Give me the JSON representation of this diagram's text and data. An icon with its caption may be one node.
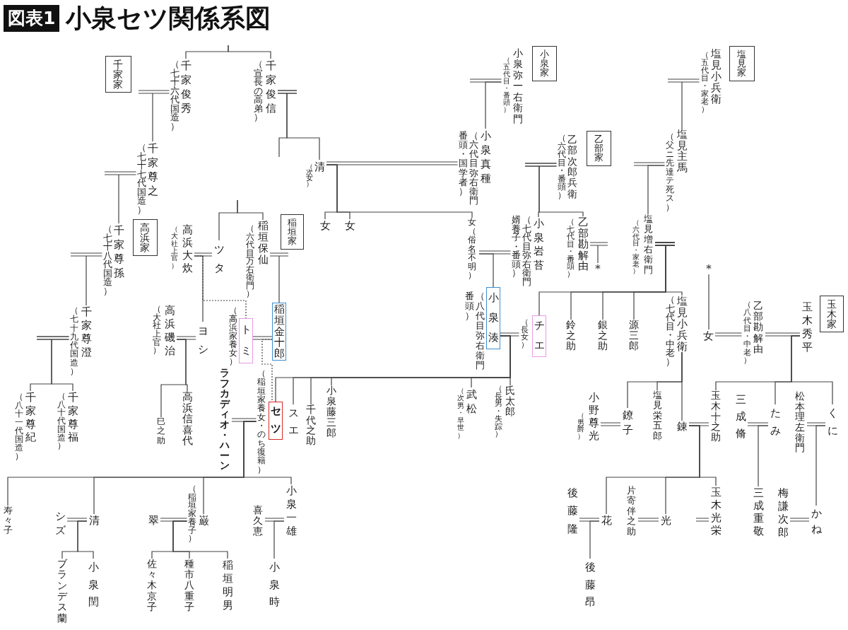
{
  "diagram": {
    "title": "小泉セツ関係系図",
    "nodes": [
      {
        "text": [
          "千家家"
        ]
      },
      {
        "text": [
          "（七十六代国造）",
          "千家俊秀"
        ]
      },
      {
        "text": [
          "（宣長の高弟）",
          "千家俊信"
        ]
      },
      {
        "text": [
          "（七十七代国造）",
          "千家尊之"
        ]
      },
      {
        "text": [
          "高浜家"
        ]
      },
      {
        "text": [
          "（七十八代国造）",
          "千家尊孫"
        ]
      },
      {
        "text": [
          "（大社上官）",
          "高浜大炊"
        ]
      },
      {
        "text": [
          "ツタ"
        ]
      },
      {
        "text": [
          "（六代目万右衛門）",
          "稲垣保仙"
        ]
      },
      {
        "text": [
          "稲垣家"
        ]
      },
      {
        "text": [
          "（次女）",
          "清"
        ]
      },
      {
        "text": [
          "女"
        ]
      },
      {
        "text": [
          "女"
        ]
      },
      {
        "text": [
          "（五代目・番頭）",
          "小泉弥一右衛門"
        ]
      },
      {
        "text": [
          "小泉家"
        ]
      },
      {
        "text": [
          "番頭・国学者）",
          "（六代目弥右衛門",
          "小泉真種"
        ]
      },
      {
        "text": [
          "女（俗名不明）"
        ]
      },
      {
        "text": [
          "（六代目・番頭）",
          "乙部次郎兵衛"
        ]
      },
      {
        "text": [
          "乙部家"
        ]
      },
      {
        "text": [
          "婿養子・番頭）",
          "（七代目弥右衛門",
          "小泉岩苔"
        ]
      },
      {
        "text": [
          "（七代目・番頭）",
          "乙部勘解由"
        ]
      },
      {
        "text": [
          "*"
        ]
      },
      {
        "text": [
          "（五代目・家老）",
          "塩見小兵衛"
        ]
      },
      {
        "text": [
          "塩見家"
        ]
      },
      {
        "text": [
          "（父ニ先達テ死ス）",
          "塩見主馬"
        ]
      },
      {
        "text": [
          "（六代目・家老）",
          "塩見増右衛門"
        ]
      },
      {
        "text": [
          "*"
        ]
      },
      {
        "text": [
          "（七十九代国造）",
          "千家尊澄"
        ]
      },
      {
        "text": [
          "（八十一代国造）",
          "千家尊紀"
        ]
      },
      {
        "text": [
          "（八十代国造）",
          "千家尊福"
        ]
      },
      {
        "text": [
          "（大社上官）",
          "高浜磯治"
        ]
      },
      {
        "text": [
          "ヨシ"
        ]
      },
      {
        "text": [
          "巳之助"
        ]
      },
      {
        "text": [
          "高浜信喜代"
        ]
      },
      {
        "text": [
          "（高浜家養女）",
          "トミ"
        ]
      },
      {
        "text": [
          "稲垣金十郎"
        ]
      },
      {
        "text": [
          "ラフカディオ・ハーン"
        ]
      },
      {
        "text": [
          "（稲垣家養女・のち復籍）",
          "セツ"
        ]
      },
      {
        "text": [
          "スエ"
        ]
      },
      {
        "text": [
          "千代之助"
        ]
      },
      {
        "text": [
          "小泉藤三郎"
        ]
      },
      {
        "text": [
          "番頭）",
          "（八代目弥右衛門",
          "小泉湊"
        ]
      },
      {
        "text": [
          "（次男・早世）",
          "武松"
        ]
      },
      {
        "text": [
          "（長男・失踪）",
          "氏太郎"
        ]
      },
      {
        "text": [
          "（長女）",
          "チエ"
        ]
      },
      {
        "text": [
          "鈴之助"
        ]
      },
      {
        "text": [
          "銀之助"
        ]
      },
      {
        "text": [
          "源三郎"
        ]
      },
      {
        "text": [
          "（七代目・中老）",
          "塩見小兵衛"
        ]
      },
      {
        "text": [
          "女"
        ]
      },
      {
        "text": [
          "（八代目・中老）",
          "乙部勘解由"
        ]
      },
      {
        "text": [
          "玉木秀平"
        ]
      },
      {
        "text": [
          "玉木家"
        ]
      },
      {
        "text": [
          "（男爵）",
          "小野尊光"
        ]
      },
      {
        "text": [
          "鐐子"
        ]
      },
      {
        "text": [
          "塩見栄五郎"
        ]
      },
      {
        "text": [
          "錬"
        ]
      },
      {
        "text": [
          "玉木十之助"
        ]
      },
      {
        "text": [
          "三成脩"
        ]
      },
      {
        "text": [
          "たみ"
        ]
      },
      {
        "text": [
          "松本理左衛門"
        ]
      },
      {
        "text": [
          "くに"
        ]
      },
      {
        "text": [
          "寿々子"
        ]
      },
      {
        "text": [
          "シズ"
        ]
      },
      {
        "text": [
          "清"
        ]
      },
      {
        "text": [
          "翠"
        ]
      },
      {
        "text": [
          "（稲垣家養子）",
          "巌"
        ]
      },
      {
        "text": [
          "喜久恵"
        ]
      },
      {
        "text": [
          "小泉一雄"
        ]
      },
      {
        "text": [
          "後藤隆"
        ]
      },
      {
        "text": [
          "花"
        ]
      },
      {
        "text": [
          "片寄伴之助"
        ]
      },
      {
        "text": [
          "光"
        ]
      },
      {
        "text": [
          "玉木光栄"
        ]
      },
      {
        "text": [
          "三成重敬"
        ]
      },
      {
        "text": [
          "梅謙次郎"
        ]
      },
      {
        "text": [
          "かね"
        ]
      },
      {
        "text": [
          "ブランデス蘭"
        ]
      },
      {
        "text": [
          "小泉閏"
        ]
      },
      {
        "text": [
          "佐々木京子"
        ]
      },
      {
        "text": [
          "種市八重子"
        ]
      },
      {
        "text": [
          "稲垣明男"
        ]
      },
      {
        "text": [
          "小泉時"
        ]
      },
      {
        "text": [
          "後藤昂"
        ]
      }
    ],
    "edges": [
      {
        "from": null,
        "to": 1,
        "arrow": "none"
      },
      {
        "from": null,
        "to": 2,
        "arrow": "none"
      },
      {
        "from": 1,
        "to": 3,
        "arrow": "none"
      },
      {
        "from": 2,
        "to": 10,
        "arrow": "none"
      },
      {
        "from": 2,
        "to": null,
        "arrow": "none"
      },
      {
        "from": 3,
        "to": 5,
        "arrow": "none"
      },
      {
        "from": 5,
        "to": 27,
        "arrow": "none"
      },
      {
        "from": 27,
        "to": 28,
        "arrow": "none"
      },
      {
        "from": 27,
        "to": 29,
        "arrow": "none"
      },
      {
        "from": null,
        "to": 7,
        "arrow": "none"
      },
      {
        "from": null,
        "to": 8,
        "arrow": "none"
      },
      {
        "from": 6,
        "to": 7,
        "arrow": "none"
      },
      {
        "from": 6,
        "to": 31,
        "arrow": "none"
      },
      {
        "from": 6,
        "to": 34,
        "arrow": "none",
        "style": "dashed"
      },
      {
        "from": 8,
        "to": 35,
        "arrow": "none"
      },
      {
        "from": 13,
        "to": 15,
        "arrow": "none"
      },
      {
        "from": 10,
        "to": 15,
        "arrow": "none"
      },
      {
        "from": 10,
        "to": 11,
        "arrow": "none"
      },
      {
        "from": 10,
        "to": 12,
        "arrow": "none"
      },
      {
        "from": 10,
        "to": 16,
        "arrow": "none"
      },
      {
        "from": 17,
        "to": 19,
        "arrow": "none"
      },
      {
        "from": 17,
        "to": 20,
        "arrow": "none"
      },
      {
        "from": 16,
        "to": 19,
        "arrow": "none"
      },
      {
        "from": 16,
        "to": 41,
        "arrow": "none"
      },
      {
        "from": 20,
        "to": 21,
        "arrow": "none"
      },
      {
        "from": 22,
        "to": 24,
        "arrow": "none"
      },
      {
        "from": 24,
        "to": 25,
        "arrow": "none"
      },
      {
        "from": 25,
        "to": 44,
        "arrow": "none"
      },
      {
        "from": 25,
        "to": 45,
        "arrow": "none"
      },
      {
        "from": 25,
        "to": 46,
        "arrow": "none"
      },
      {
        "from": 25,
        "to": 47,
        "arrow": "none"
      },
      {
        "from": 25,
        "to": 48,
        "arrow": "none"
      },
      {
        "from": 26,
        "to": 49,
        "arrow": "none"
      },
      {
        "from": 30,
        "to": 31,
        "arrow": "none"
      },
      {
        "from": 30,
        "to": 32,
        "arrow": "none"
      },
      {
        "from": 30,
        "to": 33,
        "arrow": "none"
      },
      {
        "from": 34,
        "to": 35,
        "arrow": "none"
      },
      {
        "from": 35,
        "to": 37,
        "arrow": "none",
        "style": "dashed"
      },
      {
        "from": 36,
        "to": 37,
        "arrow": "none"
      },
      {
        "from": 41,
        "to": 44,
        "arrow": "none"
      },
      {
        "from": 41,
        "to": 37,
        "arrow": "none"
      },
      {
        "from": 41,
        "to": 38,
        "arrow": "none"
      },
      {
        "from": 41,
        "to": 39,
        "arrow": "none"
      },
      {
        "from": 41,
        "to": 40,
        "arrow": "none"
      },
      {
        "from": 41,
        "to": 42,
        "arrow": "none"
      },
      {
        "from": 41,
        "to": 43,
        "arrow": "none"
      },
      {
        "from": 48,
        "to": 54,
        "arrow": "none"
      },
      {
        "from": 48,
        "to": 55,
        "arrow": "none"
      },
      {
        "from": 48,
        "to": 56,
        "arrow": "none"
      },
      {
        "from": 49,
        "to": 50,
        "arrow": "none"
      },
      {
        "from": 50,
        "to": 51,
        "arrow": "none"
      },
      {
        "from": 51,
        "to": 57,
        "arrow": "none"
      },
      {
        "from": 51,
        "to": 59,
        "arrow": "none"
      },
      {
        "from": 51,
        "to": 61,
        "arrow": "none"
      },
      {
        "from": 53,
        "to": 54,
        "arrow": "none"
      },
      {
        "from": 56,
        "to": 57,
        "arrow": "none"
      },
      {
        "from": 56,
        "to": 70,
        "arrow": "none"
      },
      {
        "from": 56,
        "to": 72,
        "arrow": "none"
      },
      {
        "from": 56,
        "to": 73,
        "arrow": "none"
      },
      {
        "from": 58,
        "to": 59,
        "arrow": "none"
      },
      {
        "from": 59,
        "to": 74,
        "arrow": "none"
      },
      {
        "from": 60,
        "to": 61,
        "arrow": "none"
      },
      {
        "from": 61,
        "to": 76,
        "arrow": "none"
      },
      {
        "from": 37,
        "to": 62,
        "arrow": "none"
      },
      {
        "from": 37,
        "to": 64,
        "arrow": "none"
      },
      {
        "from": 37,
        "to": 66,
        "arrow": "none"
      },
      {
        "from": 37,
        "to": 68,
        "arrow": "none"
      },
      {
        "from": 63,
        "to": 64,
        "arrow": "none"
      },
      {
        "from": 64,
        "to": 77,
        "arrow": "none"
      },
      {
        "from": 64,
        "to": 78,
        "arrow": "none"
      },
      {
        "from": 65,
        "to": 66,
        "arrow": "none"
      },
      {
        "from": 66,
        "to": 79,
        "arrow": "none"
      },
      {
        "from": 66,
        "to": 80,
        "arrow": "none"
      },
      {
        "from": 66,
        "to": 81,
        "arrow": "none"
      },
      {
        "from": 67,
        "to": 68,
        "arrow": "none"
      },
      {
        "from": 68,
        "to": 82,
        "arrow": "none"
      },
      {
        "from": 69,
        "to": 70,
        "arrow": "none"
      },
      {
        "from": 70,
        "to": 83,
        "arrow": "none"
      },
      {
        "from": 71,
        "to": 72,
        "arrow": "none"
      },
      {
        "from": null,
        "to": 73,
        "arrow": "none"
      },
      {
        "from": 75,
        "to": 76,
        "arrow": "none"
      }
    ],
    "labels": [
      "図表1"
    ]
  }
}
